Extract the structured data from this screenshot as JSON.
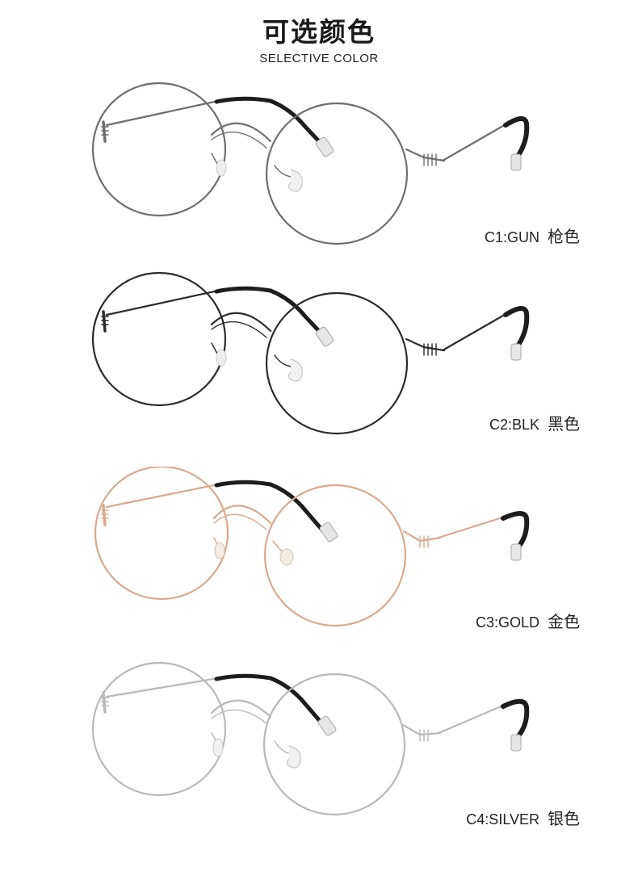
{
  "header": {
    "title": "可选颜色",
    "subtitle": "SELECTIVE COLOR"
  },
  "variants": [
    {
      "code": "C1:GUN",
      "name": "枪色",
      "frame_color": "#6e6e72",
      "icon": "round-glasses-icon"
    },
    {
      "code": "C2:BLK",
      "name": "黑色",
      "frame_color": "#2b2b2e",
      "icon": "round-glasses-icon"
    },
    {
      "code": "C3:GOLD",
      "name": "金色",
      "frame_color": "#d9a98f",
      "icon": "round-glasses-icon"
    },
    {
      "code": "C4:SILVER",
      "name": "银色",
      "frame_color": "#b9b9bd",
      "icon": "round-glasses-icon"
    }
  ]
}
